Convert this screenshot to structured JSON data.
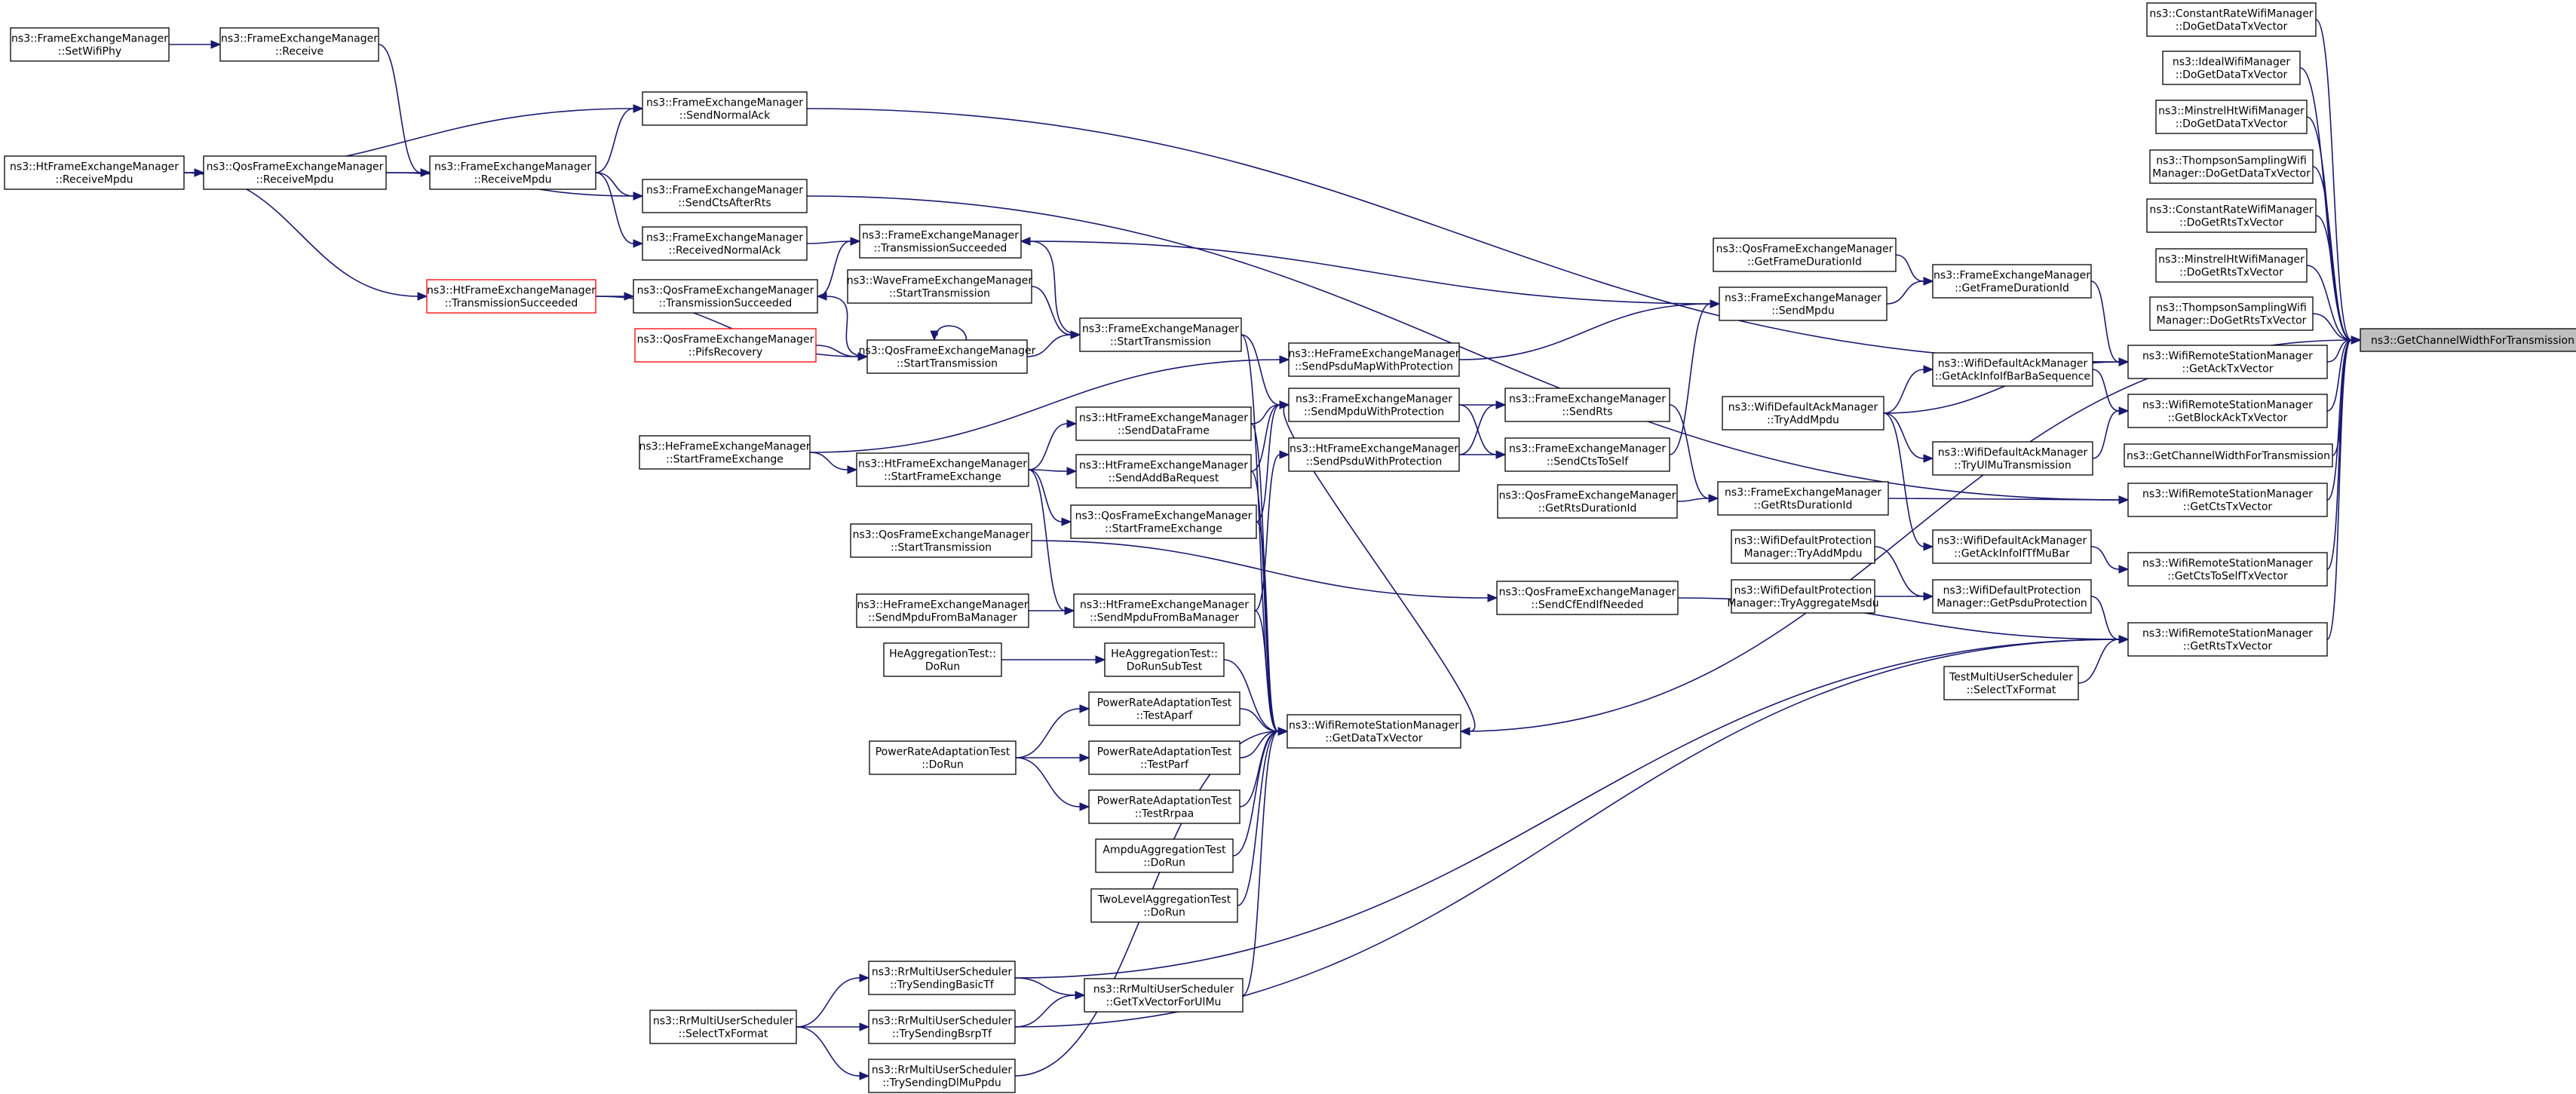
{
  "graph": {
    "nodes": [
      {
        "id": "n_target",
        "lines": [
          "ns3::GetChannelWidthForTransmission"
        ],
        "style": "target"
      },
      {
        "id": "n_constrate_data",
        "lines": [
          "ns3::ConstantRateWifiManager",
          "::DoGetDataTxVector"
        ]
      },
      {
        "id": "n_ideal_data",
        "lines": [
          "ns3::IdealWifiManager",
          "::DoGetDataTxVector"
        ]
      },
      {
        "id": "n_minstrelht_data",
        "lines": [
          "ns3::MinstrelHtWifiManager",
          "::DoGetDataTxVector"
        ]
      },
      {
        "id": "n_thompson_data",
        "lines": [
          "ns3::ThompsonSamplingWifi",
          "Manager::DoGetDataTxVector"
        ]
      },
      {
        "id": "n_constrate_rts",
        "lines": [
          "ns3::ConstantRateWifiManager",
          "::DoGetRtsTxVector"
        ]
      },
      {
        "id": "n_minstrelht_rts",
        "lines": [
          "ns3::MinstrelHtWifiManager",
          "::DoGetRtsTxVector"
        ]
      },
      {
        "id": "n_thompson_rts",
        "lines": [
          "ns3::ThompsonSamplingWifi",
          "Manager::DoGetRtsTxVector"
        ]
      },
      {
        "id": "n_wrsm_ack",
        "lines": [
          "ns3::WifiRemoteStationManager",
          "::GetAckTxVector"
        ]
      },
      {
        "id": "n_wrsm_blockack",
        "lines": [
          "ns3::WifiRemoteStationManager",
          "::GetBlockAckTxVector"
        ]
      },
      {
        "id": "n_getchw",
        "lines": [
          "ns3::GetChannelWidthForTransmission"
        ]
      },
      {
        "id": "n_wrsm_cts",
        "lines": [
          "ns3::WifiRemoteStationManager",
          "::GetCtsTxVector"
        ]
      },
      {
        "id": "n_wrsm_ctsself",
        "lines": [
          "ns3::WifiRemoteStationManager",
          "::GetCtsToSelfTxVector"
        ]
      },
      {
        "id": "n_wrsm_rts",
        "lines": [
          "ns3::WifiRemoteStationManager",
          "::GetRtsTxVector"
        ]
      },
      {
        "id": "n_fem_getframedur",
        "lines": [
          "ns3::FrameExchangeManager",
          "::GetFrameDurationId"
        ]
      },
      {
        "id": "n_qfem_getframedur",
        "lines": [
          "ns3::QosFrameExchangeManager",
          "::GetFrameDurationId"
        ]
      },
      {
        "id": "n_wdam_ackinfbar",
        "lines": [
          "ns3::WifiDefaultAckManager",
          "::GetAckInfoIfBarBaSequence"
        ]
      },
      {
        "id": "n_wdam_tryulmu",
        "lines": [
          "ns3::WifiDefaultAckManager",
          "::TryUlMuTransmission"
        ]
      },
      {
        "id": "n_wdam_tryaddmpdu",
        "lines": [
          "ns3::WifiDefaultAckManager",
          "::TryAddMpdu"
        ]
      },
      {
        "id": "n_wdam_ackinftfmubar",
        "lines": [
          "ns3::WifiDefaultAckManager",
          "::GetAckInfoIfTfMuBar"
        ]
      },
      {
        "id": "n_wdp_getpsdu",
        "lines": [
          "ns3::WifiDefaultProtection",
          "Manager::GetPsduProtection"
        ]
      },
      {
        "id": "n_wdp_tryaddmpdu",
        "lines": [
          "ns3::WifiDefaultProtection",
          "Manager::TryAddMpdu"
        ]
      },
      {
        "id": "n_wdp_tryaggmsdu",
        "lines": [
          "ns3::WifiDefaultProtection",
          "Manager::TryAggregateMsdu"
        ]
      },
      {
        "id": "n_tmus_selecttx",
        "lines": [
          "TestMultiUserScheduler",
          "::SelectTxFormat"
        ]
      },
      {
        "id": "n_fem_sendmpdu",
        "lines": [
          "ns3::FrameExchangeManager",
          "::SendMpdu"
        ]
      },
      {
        "id": "n_fem_sendrts",
        "lines": [
          "ns3::FrameExchangeManager",
          "::SendRts"
        ]
      },
      {
        "id": "n_fem_sendctsself",
        "lines": [
          "ns3::FrameExchangeManager",
          "::SendCtsToSelf"
        ]
      },
      {
        "id": "n_fem_getrtsdur",
        "lines": [
          "ns3::FrameExchangeManager",
          "::GetRtsDurationId"
        ]
      },
      {
        "id": "n_qfem_getrtsdur",
        "lines": [
          "ns3::QosFrameExchangeManager",
          "::GetRtsDurationId"
        ]
      },
      {
        "id": "n_qfem_sendcfend",
        "lines": [
          "ns3::QosFrameExchangeManager",
          "::SendCfEndIfNeeded"
        ]
      },
      {
        "id": "n_hefem_sendpsdumap",
        "lines": [
          "ns3::HeFrameExchangeManager",
          "::SendPsduMapWithProtection"
        ]
      },
      {
        "id": "n_fem_sendmpduprot",
        "lines": [
          "ns3::FrameExchangeManager",
          "::SendMpduWithProtection"
        ]
      },
      {
        "id": "n_htfem_sendpsduprot",
        "lines": [
          "ns3::HtFrameExchangeManager",
          "::SendPsduWithProtection"
        ]
      },
      {
        "id": "n_wrsm_data",
        "lines": [
          "ns3::WifiRemoteStationManager",
          "::GetDataTxVector"
        ]
      },
      {
        "id": "n_fem_setwifiphy",
        "lines": [
          "ns3::FrameExchangeManager",
          "::SetWifiPhy"
        ]
      },
      {
        "id": "n_fem_receive",
        "lines": [
          "ns3::FrameExchangeManager",
          "::Receive"
        ]
      },
      {
        "id": "n_fem_sendnormalack",
        "lines": [
          "ns3::FrameExchangeManager",
          "::SendNormalAck"
        ]
      },
      {
        "id": "n_fem_sendctsafterrts",
        "lines": [
          "ns3::FrameExchangeManager",
          "::SendCtsAfterRts"
        ]
      },
      {
        "id": "n_fem_receivednormalack",
        "lines": [
          "ns3::FrameExchangeManager",
          "::ReceivedNormalAck"
        ]
      },
      {
        "id": "n_fem_receivempdu",
        "lines": [
          "ns3::FrameExchangeManager",
          "::ReceiveMpdu"
        ]
      },
      {
        "id": "n_qfem_receivempdu",
        "lines": [
          "ns3::QosFrameExchangeManager",
          "::ReceiveMpdu"
        ]
      },
      {
        "id": "n_htfem_receivempdu",
        "lines": [
          "ns3::HtFrameExchangeManager",
          "::ReceiveMpdu"
        ]
      },
      {
        "id": "n_fem_txsucceeded",
        "lines": [
          "ns3::FrameExchangeManager",
          "::TransmissionSucceeded"
        ]
      },
      {
        "id": "n_qfem_txsucceeded",
        "lines": [
          "ns3::QosFrameExchangeManager",
          "::TransmissionSucceeded"
        ]
      },
      {
        "id": "n_htfem_txsucceeded",
        "lines": [
          "ns3::HtFrameExchangeManager",
          "::TransmissionSucceeded"
        ],
        "style": "red"
      },
      {
        "id": "n_wfem_starttx",
        "lines": [
          "ns3::WaveFrameExchangeManager",
          "::StartTransmission"
        ]
      },
      {
        "id": "n_fem_starttx",
        "lines": [
          "ns3::FrameExchangeManager",
          "::StartTransmission"
        ]
      },
      {
        "id": "n_qfem_pifs",
        "lines": [
          "ns3::QosFrameExchangeManager",
          "::PifsRecovery"
        ],
        "style": "red"
      },
      {
        "id": "n_qfem_starttx",
        "lines": [
          "ns3::QosFrameExchangeManager",
          "::StartTransmission"
        ]
      },
      {
        "id": "n_hefem_startfe",
        "lines": [
          "ns3::HeFrameExchangeManager",
          "::StartFrameExchange"
        ]
      },
      {
        "id": "n_htfem_startfe",
        "lines": [
          "ns3::HtFrameExchangeManager",
          "::StartFrameExchange"
        ]
      },
      {
        "id": "n_htfem_senddataframe",
        "lines": [
          "ns3::HtFrameExchangeManager",
          "::SendDataFrame"
        ]
      },
      {
        "id": "n_htfem_sendaddba",
        "lines": [
          "ns3::HtFrameExchangeManager",
          "::SendAddBaRequest"
        ]
      },
      {
        "id": "n_qfem_startfe",
        "lines": [
          "ns3::QosFrameExchangeManager",
          "::StartFrameExchange"
        ]
      },
      {
        "id": "n_qfem_starttx2",
        "lines": [
          "ns3::QosFrameExchangeManager",
          "::StartTransmission"
        ]
      },
      {
        "id": "n_hefem_sendmpdufromba",
        "lines": [
          "ns3::HeFrameExchangeManager",
          "::SendMpduFromBaManager"
        ]
      },
      {
        "id": "n_htfem_sendmpdufromba",
        "lines": [
          "ns3::HtFrameExchangeManager",
          "::SendMpduFromBaManager"
        ]
      },
      {
        "id": "n_heagg_dorun",
        "lines": [
          "HeAggregationTest::",
          "DoRun"
        ]
      },
      {
        "id": "n_heagg_dorunsub",
        "lines": [
          "HeAggregationTest::",
          "DoRunSubTest"
        ]
      },
      {
        "id": "n_prat_aparf",
        "lines": [
          "PowerRateAdaptationTest",
          "::TestAparf"
        ]
      },
      {
        "id": "n_prat_dorun",
        "lines": [
          "PowerRateAdaptationTest",
          "::DoRun"
        ]
      },
      {
        "id": "n_prat_parf",
        "lines": [
          "PowerRateAdaptationTest",
          "::TestParf"
        ]
      },
      {
        "id": "n_prat_rrpaa",
        "lines": [
          "PowerRateAdaptationTest",
          "::TestRrpaa"
        ]
      },
      {
        "id": "n_ampdu_dorun",
        "lines": [
          "AmpduAggregationTest",
          "::DoRun"
        ]
      },
      {
        "id": "n_twolevel_dorun",
        "lines": [
          "TwoLevelAggregationTest",
          "::DoRun"
        ]
      },
      {
        "id": "n_rrmus_basictf",
        "lines": [
          "ns3::RrMultiUserScheduler",
          "::TrySendingBasicTf"
        ]
      },
      {
        "id": "n_rrmus_gettxul",
        "lines": [
          "ns3::RrMultiUserScheduler",
          "::GetTxVectorForUlMu"
        ]
      },
      {
        "id": "n_rrmus_selecttx",
        "lines": [
          "ns3::RrMultiUserScheduler",
          "::SelectTxFormat"
        ]
      },
      {
        "id": "n_rrmus_bsrptf",
        "lines": [
          "ns3::RrMultiUserScheduler",
          "::TrySendingBsrpTf"
        ]
      },
      {
        "id": "n_rrmus_dlmuppdu",
        "lines": [
          "ns3::RrMultiUserScheduler",
          "::TrySendingDlMuPpdu"
        ]
      }
    ],
    "edges": [
      [
        "n_constrate_data",
        "n_target"
      ],
      [
        "n_ideal_data",
        "n_target"
      ],
      [
        "n_minstrelht_data",
        "n_target"
      ],
      [
        "n_thompson_data",
        "n_target"
      ],
      [
        "n_constrate_rts",
        "n_target"
      ],
      [
        "n_minstrelht_rts",
        "n_target"
      ],
      [
        "n_thompson_rts",
        "n_target"
      ],
      [
        "n_wrsm_ack",
        "n_target"
      ],
      [
        "n_wrsm_blockack",
        "n_target"
      ],
      [
        "n_getchw",
        "n_target"
      ],
      [
        "n_wrsm_cts",
        "n_target"
      ],
      [
        "n_wrsm_ctsself",
        "n_target"
      ],
      [
        "n_wrsm_rts",
        "n_target"
      ],
      [
        "n_wrsm_data",
        "n_target"
      ],
      [
        "n_fem_getframedur",
        "n_wrsm_ack"
      ],
      [
        "n_wdam_ackinfbar",
        "n_wrsm_blockack"
      ],
      [
        "n_wdam_tryulmu",
        "n_wrsm_blockack"
      ],
      [
        "n_fem_getrtsdur",
        "n_wrsm_cts"
      ],
      [
        "n_wdam_ackinftfmubar",
        "n_wrsm_ctsself"
      ],
      [
        "n_wdp_getpsdu",
        "n_wrsm_rts"
      ],
      [
        "n_tmus_selecttx",
        "n_wrsm_rts"
      ],
      [
        "n_qfem_sendcfend",
        "n_wrsm_rts"
      ],
      [
        "n_fem_sendnormalack",
        "n_wrsm_ack"
      ],
      [
        "n_fem_sendctsafterrts",
        "n_wrsm_cts"
      ],
      [
        "n_wdam_tryaddmpdu",
        "n_wrsm_ack"
      ],
      [
        "n_rrmus_basictf",
        "n_wrsm_rts"
      ],
      [
        "n_rrmus_bsrptf",
        "n_wrsm_rts"
      ],
      [
        "n_qfem_getframedur",
        "n_fem_getframedur"
      ],
      [
        "n_fem_sendmpdu",
        "n_fem_getframedur"
      ],
      [
        "n_wdam_tryaddmpdu",
        "n_wdam_ackinfbar"
      ],
      [
        "n_wdam_tryaddmpdu",
        "n_wdam_tryulmu"
      ],
      [
        "n_wdam_tryaddmpdu",
        "n_wdam_ackinftfmubar"
      ],
      [
        "n_wdp_tryaddmpdu",
        "n_wdp_getpsdu"
      ],
      [
        "n_wdp_tryaggmsdu",
        "n_wdp_getpsdu"
      ],
      [
        "n_fem_sendrts",
        "n_fem_getrtsdur"
      ],
      [
        "n_qfem_getrtsdur",
        "n_fem_getrtsdur"
      ],
      [
        "n_fem_sendctsself",
        "n_fem_sendmpdu"
      ],
      [
        "n_hefem_sendpsdumap",
        "n_fem_sendmpdu"
      ],
      [
        "n_fem_sendmpdu",
        "n_fem_txsucceeded"
      ],
      [
        "n_fem_sendmpduprot",
        "n_fem_sendrts"
      ],
      [
        "n_fem_sendmpduprot",
        "n_fem_sendctsself"
      ],
      [
        "n_htfem_sendpsduprot",
        "n_fem_sendrts"
      ],
      [
        "n_htfem_sendpsduprot",
        "n_fem_sendctsself"
      ],
      [
        "n_qfem_starttx2",
        "n_qfem_sendcfend"
      ],
      [
        "n_fem_setwifiphy",
        "n_fem_receive"
      ],
      [
        "n_fem_receive",
        "n_fem_receivempdu"
      ],
      [
        "n_fem_receivempdu",
        "n_fem_sendnormalack"
      ],
      [
        "n_fem_receivempdu",
        "n_fem_sendctsafterrts"
      ],
      [
        "n_fem_receivempdu",
        "n_fem_receivednormalack"
      ],
      [
        "n_fem_receivednormalack",
        "n_fem_txsucceeded"
      ],
      [
        "n_qfem_receivempdu",
        "n_fem_receivempdu"
      ],
      [
        "n_htfem_receivempdu",
        "n_qfem_receivempdu"
      ],
      [
        "n_htfem_receivempdu",
        "n_fem_sendnormalack"
      ],
      [
        "n_qfem_receivempdu",
        "n_fem_sendctsafterrts"
      ],
      [
        "n_htfem_receivempdu",
        "n_htfem_txsucceeded"
      ],
      [
        "n_qfem_txsucceeded",
        "n_fem_txsucceeded"
      ],
      [
        "n_htfem_txsucceeded",
        "n_qfem_txsucceeded"
      ],
      [
        "n_wfem_starttx",
        "n_fem_starttx"
      ],
      [
        "n_qfem_starttx",
        "n_fem_starttx"
      ],
      [
        "n_fem_starttx",
        "n_fem_sendmpduprot"
      ],
      [
        "n_fem_starttx",
        "n_fem_txsucceeded"
      ],
      [
        "n_qfem_pifs",
        "n_qfem_starttx"
      ],
      [
        "n_qfem_starttx",
        "n_qfem_starttx"
      ],
      [
        "n_qfem_starttx",
        "n_qfem_txsucceeded"
      ],
      [
        "n_htfem_txsucceeded",
        "n_qfem_starttx"
      ],
      [
        "n_hefem_startfe",
        "n_hefem_sendpsdumap"
      ],
      [
        "n_hefem_startfe",
        "n_htfem_startfe"
      ],
      [
        "n_htfem_startfe",
        "n_htfem_senddataframe"
      ],
      [
        "n_htfem_startfe",
        "n_htfem_sendaddba"
      ],
      [
        "n_htfem_startfe",
        "n_qfem_startfe"
      ],
      [
        "n_htfem_startfe",
        "n_htfem_sendmpdufromba"
      ],
      [
        "n_htfem_senddataframe",
        "n_fem_sendmpduprot"
      ],
      [
        "n_htfem_sendaddba",
        "n_fem_sendmpduprot"
      ],
      [
        "n_qfem_startfe",
        "n_fem_sendmpduprot"
      ],
      [
        "n_qfem_startfe",
        "n_wrsm_data"
      ],
      [
        "n_htfem_sendmpdufromba",
        "n_htfem_sendpsduprot"
      ],
      [
        "n_htfem_sendmpdufromba",
        "n_wrsm_data"
      ],
      [
        "n_hefem_sendmpdufromba",
        "n_htfem_sendmpdufromba"
      ],
      [
        "n_heagg_dorun",
        "n_heagg_dorunsub"
      ],
      [
        "n_heagg_dorunsub",
        "n_wrsm_data"
      ],
      [
        "n_prat_dorun",
        "n_prat_aparf"
      ],
      [
        "n_prat_dorun",
        "n_prat_parf"
      ],
      [
        "n_prat_dorun",
        "n_prat_rrpaa"
      ],
      [
        "n_prat_aparf",
        "n_wrsm_data"
      ],
      [
        "n_prat_parf",
        "n_wrsm_data"
      ],
      [
        "n_prat_rrpaa",
        "n_wrsm_data"
      ],
      [
        "n_ampdu_dorun",
        "n_wrsm_data"
      ],
      [
        "n_twolevel_dorun",
        "n_wrsm_data"
      ],
      [
        "n_fem_sendmpduprot",
        "n_wrsm_data"
      ],
      [
        "n_fem_starttx",
        "n_wrsm_data"
      ],
      [
        "n_htfem_senddataframe",
        "n_wrsm_data"
      ],
      [
        "n_htfem_sendaddba",
        "n_wrsm_data"
      ],
      [
        "n_rrmus_selecttx",
        "n_rrmus_basictf"
      ],
      [
        "n_rrmus_selecttx",
        "n_rrmus_bsrptf"
      ],
      [
        "n_rrmus_selecttx",
        "n_rrmus_dlmuppdu"
      ],
      [
        "n_rrmus_basictf",
        "n_rrmus_gettxul"
      ],
      [
        "n_rrmus_bsrptf",
        "n_rrmus_gettxul"
      ],
      [
        "n_rrmus_gettxul",
        "n_wrsm_data"
      ],
      [
        "n_rrmus_dlmuppdu",
        "n_wrsm_data"
      ]
    ]
  }
}
